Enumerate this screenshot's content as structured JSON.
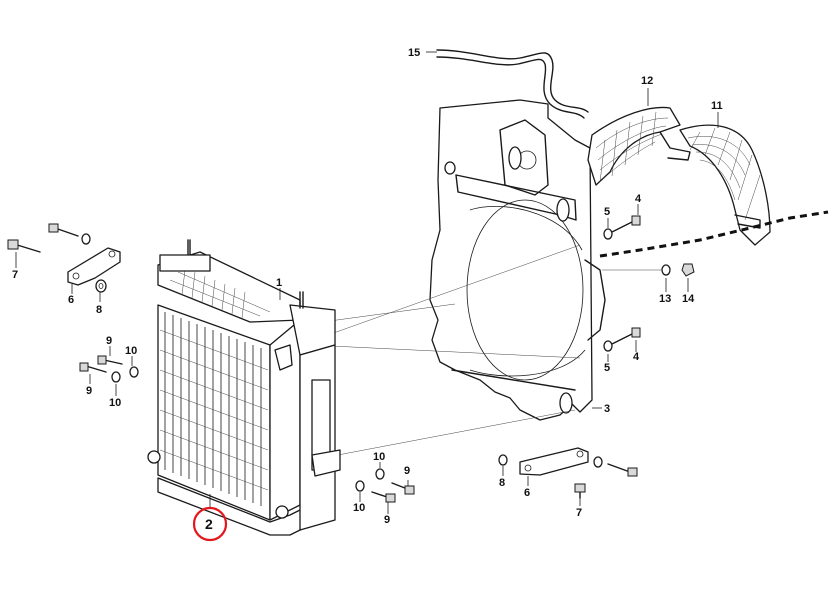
{
  "diagram": {
    "callouts": [
      {
        "id": "c15",
        "label": "15"
      },
      {
        "id": "c12",
        "label": "12"
      },
      {
        "id": "c11",
        "label": "11"
      },
      {
        "id": "c4a",
        "label": "4"
      },
      {
        "id": "c5a",
        "label": "5"
      },
      {
        "id": "c13",
        "label": "13"
      },
      {
        "id": "c14",
        "label": "14"
      },
      {
        "id": "c4b",
        "label": "4"
      },
      {
        "id": "c5b",
        "label": "5"
      },
      {
        "id": "c3",
        "label": "3"
      },
      {
        "id": "c1",
        "label": "1"
      },
      {
        "id": "c7a",
        "label": "7"
      },
      {
        "id": "c6a",
        "label": "6"
      },
      {
        "id": "c8a",
        "label": "8"
      },
      {
        "id": "c9a",
        "label": "9"
      },
      {
        "id": "c10a",
        "label": "10"
      },
      {
        "id": "c9b",
        "label": "9"
      },
      {
        "id": "c10b",
        "label": "10"
      },
      {
        "id": "c10c",
        "label": "10"
      },
      {
        "id": "c9c",
        "label": "9"
      },
      {
        "id": "c10d",
        "label": "10"
      },
      {
        "id": "c9d",
        "label": "9"
      },
      {
        "id": "c8b",
        "label": "8"
      },
      {
        "id": "c6b",
        "label": "6"
      },
      {
        "id": "c7b",
        "label": "7"
      }
    ],
    "highlighted": {
      "label": "2",
      "color": "#e3161b"
    }
  }
}
